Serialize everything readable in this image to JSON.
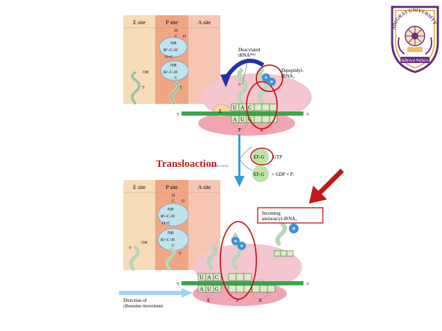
{
  "logo": {
    "arc_text": "ADIGRAT UNIVERSITY",
    "bottom_text": "ዩኒቨርሲቲ ዓዲግራት",
    "colors": {
      "primary": "#6b2f84",
      "accent": "#e2a51b",
      "ring": "#5b2c7a"
    }
  },
  "top_panel": {
    "site_labels": [
      "E site",
      "P site",
      "A site"
    ],
    "chem": {
      "h": "H",
      "c1": "C",
      "o": "O",
      "nh1": "NH",
      "r1": "R¹–C–H",
      "oc": "O=C",
      "nh2": "NH",
      "r2": "R²–C–H",
      "c2": "C",
      "o2": "O",
      "oh": "OH",
      "five1": "5′",
      "five2": "5′"
    },
    "labels": {
      "deacylated_line1": "Deacylated",
      "deacylated_line2": "tRNAᶠᴹᵉᵗ",
      "dipeptidyl_line1": "Dipeptidyl-",
      "dipeptidyl_line2": "tRNA₂",
      "e": "E",
      "p": "P",
      "a": "A",
      "codons_top": [
        "U",
        "A",
        "C"
      ],
      "codons_bottom": [
        "A",
        "U",
        "G"
      ],
      "mrna_5": "5′",
      "mrna_3": "3′",
      "five_prime_trna": "5′"
    }
  },
  "middle": {
    "title": "Transloaction",
    "ef_g_gtp": "EF-G",
    "gtp": "GTP",
    "ef_g_gdp": "EF-G",
    "gdp_pi": "+ GDP + Pᵢ",
    "overlap_text": "translocation"
  },
  "bottom_panel": {
    "site_labels": [
      "E site",
      "P site",
      "A site"
    ],
    "chem": {
      "h": "H",
      "c1": "C",
      "o": "O",
      "nh1": "NH",
      "r1": "R¹–C–H",
      "oc": "O=C",
      "nh2": "NH",
      "r2": "R²–C–H",
      "c2": "C",
      "o2": "O",
      "oh": "OH",
      "five1": "5′",
      "five2": "5′"
    },
    "labels": {
      "incoming_line1": "Incoming",
      "incoming_line2": "aminoacyl-tRNA₃",
      "e": "E",
      "p": "P",
      "a": "A",
      "codons_top": [
        "U",
        "A",
        "C"
      ],
      "codons_bottom": [
        "A",
        "U",
        "G"
      ],
      "mrna_5": "5′",
      "mrna_3": "3′",
      "direction_line1": "Direction of",
      "direction_line2": "ribosome movement"
    }
  },
  "colors": {
    "e_site": "#f6dcb9",
    "p_site": "#f0a583",
    "a_site": "#f7c6b2",
    "ribosome_large": "#f4c6cf",
    "ribosome_small": "#f3a4b4",
    "mrna": "#3aa54a",
    "codon_box": "#d9ecc5",
    "annot_red": "#c0191b",
    "big_arrow_blue": "#2233aa",
    "flow_arrow": "#2f9fd8",
    "chem_circle": "#bfe3ef",
    "efg_circle": "#bfe3a5",
    "ball_blue": "#3f8fd4"
  }
}
